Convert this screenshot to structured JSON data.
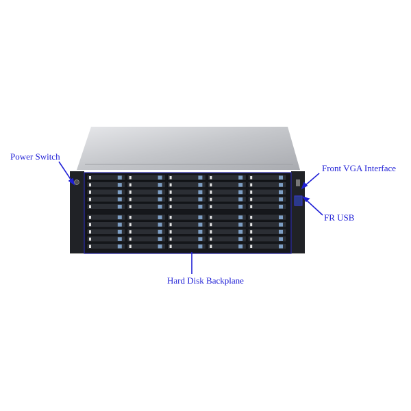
{
  "labels": {
    "power_switch": "Power Switch",
    "front_vga": "Front VGA Interface",
    "fr_usb": "FR USB",
    "hdd_backplane": "Hard Disk Backplane"
  },
  "server": {
    "drive_columns": 5,
    "drive_rows": 10
  },
  "colors": {
    "annotation": "#1f1fd6",
    "chassis_front": "#1b1d22",
    "bezel_outline": "#2a2aa8",
    "lid": "#c9cbcf"
  }
}
